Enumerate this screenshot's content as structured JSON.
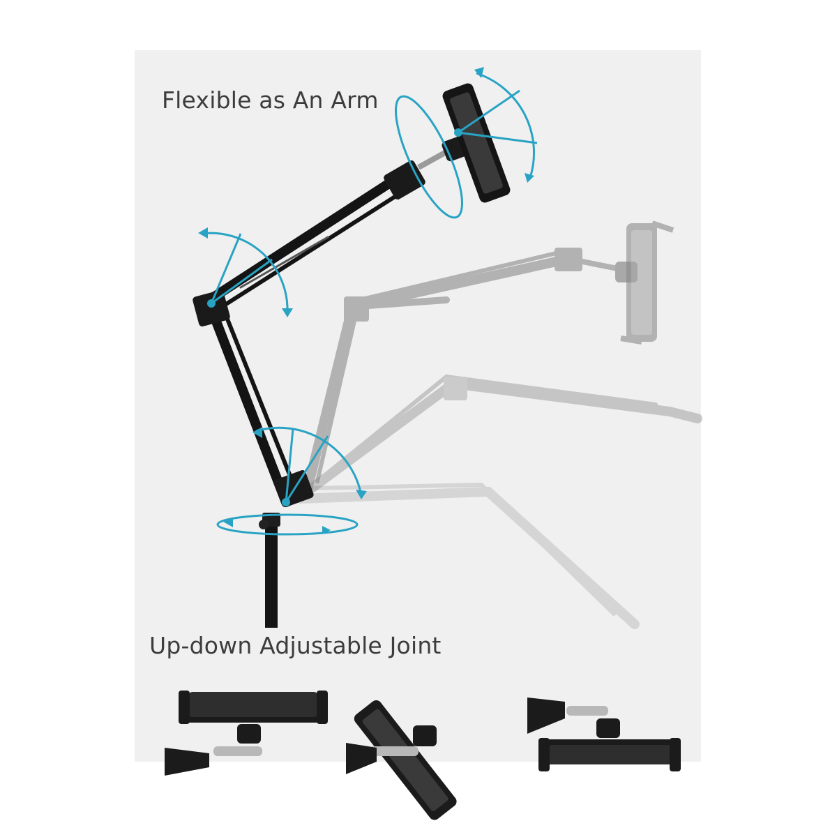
{
  "captions": {
    "flexible_arm": "Flexible as An Arm",
    "updown_joint": "Up-down Adjustable Joint"
  },
  "colors": {
    "panel_bg": "#f0f0f0",
    "accent_arrow": "#29a3c4",
    "stand_black": "#161616",
    "ghost_gray": "#8a8a8a"
  },
  "figures": {
    "main_stand": "stand-with-folding-arm",
    "ghost_positions": 3,
    "holder_details": [
      "holder-rotated-horizontal-above",
      "holder-rotated-diagonal",
      "holder-rotated-horizontal-below"
    ]
  }
}
